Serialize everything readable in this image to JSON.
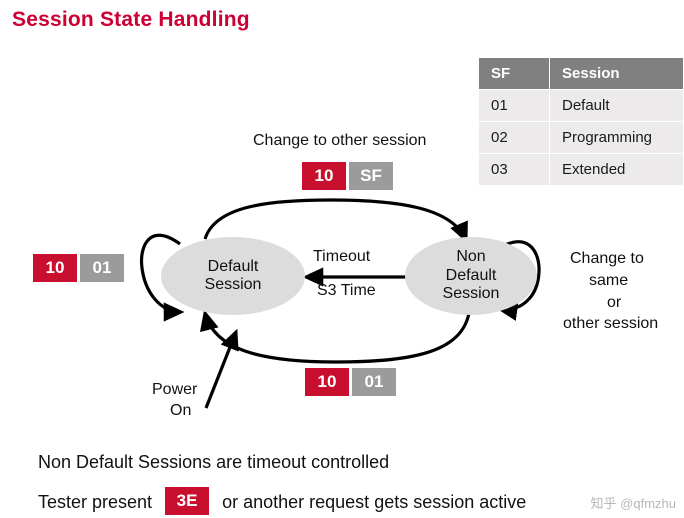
{
  "title": "Session State Handling",
  "table": {
    "headers": [
      "SF",
      "Session"
    ],
    "rows": [
      {
        "sf": "01",
        "session": "Default"
      },
      {
        "sf": "02",
        "session": "Programming"
      },
      {
        "sf": "03",
        "session": "Extended"
      }
    ]
  },
  "diagram": {
    "change_other_label": "Change to other session",
    "top_chip": {
      "a": "10",
      "b": "SF"
    },
    "left_chip": {
      "a": "10",
      "b": "01"
    },
    "bottom_chip": {
      "a": "10",
      "b": "01"
    },
    "timeout_label": "Timeout",
    "s3_label": "S3 Time",
    "state_default": "Default\nSession",
    "state_default_line1": "Default",
    "state_default_line2": "Session",
    "state_nondefault_line1": "Non",
    "state_nondefault_line2": "Default",
    "state_nondefault_line3": "Session",
    "right_note_line1": "Change to",
    "right_note_line2": "same",
    "right_note_line3": "or",
    "right_note_line4": "other session",
    "power_on_line1": "Power",
    "power_on_line2": "On"
  },
  "footer": {
    "line1": "Non Default Sessions are timeout controlled",
    "line2_pre": "Tester present",
    "line2_chip": "3E",
    "line2_post": "or another request gets session active"
  },
  "watermark": "知乎 @qfmzhu",
  "colors": {
    "title": "#cc0033",
    "chip_red": "#c8102e",
    "chip_gray": "#9b9b9b",
    "table_header": "#808080",
    "table_cell": "#eceaea",
    "state_fill": "#dcdcdc"
  }
}
